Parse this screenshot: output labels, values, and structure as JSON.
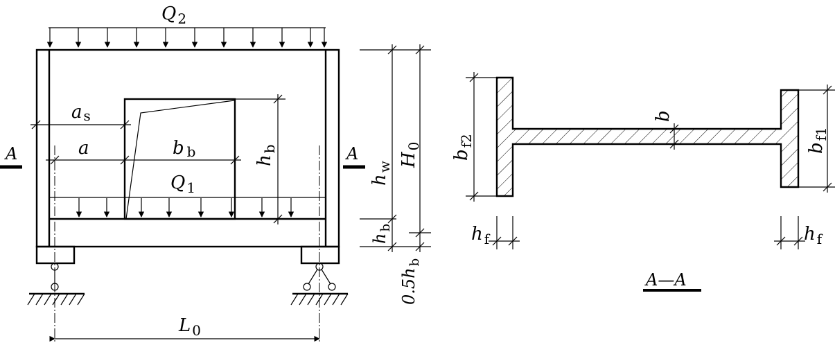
{
  "left": {
    "q2": "Q",
    "q2_sub": "2",
    "q1": "Q",
    "q1_sub": "1",
    "as": "a",
    "as_sub": "s",
    "a": "a",
    "bb": "b",
    "bb_sub": "b",
    "hb_right": "h",
    "hb_right_sub": "b",
    "hw": "h",
    "hw_sub": "w",
    "H0": "H",
    "H0_sub": "0",
    "hb_low": "h",
    "hb_low_sub": "b",
    "half_hb": "0.5h",
    "half_hb_sub": "b",
    "L0": "L",
    "L0_sub": "0",
    "section_left": "A",
    "section_right": "A"
  },
  "right": {
    "bf2": "b",
    "bf2_sub": "f2",
    "bf1": "b",
    "bf1_sub": "f1",
    "b": "b",
    "hf_left": "h",
    "hf_left_sub": "f",
    "hf_right": "h",
    "hf_right_sub": "f",
    "section_title": "A—A"
  }
}
